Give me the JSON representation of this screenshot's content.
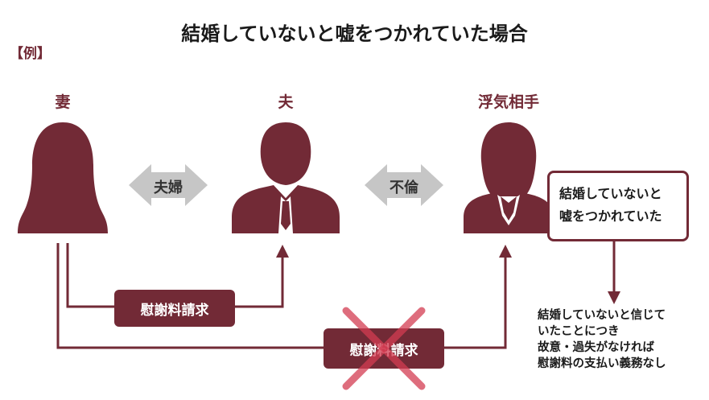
{
  "title": "結婚していないと嘘をつかれていた場合",
  "example_label": "【例】",
  "roles": {
    "wife": "妻",
    "husband": "夫",
    "affair_partner": "浮気相手"
  },
  "relations": {
    "married": "夫婦",
    "affair": "不倫"
  },
  "claims": {
    "valid": "慰謝料請求",
    "invalid": "慰謝料請求"
  },
  "callout": {
    "line1": "結婚していないと",
    "line2": "嘘をつかれていた"
  },
  "note": {
    "line1": "結婚していないと信じて",
    "line2": "いたことにつき",
    "line3": "故意・過失がなければ",
    "line4": "慰謝料の支払い義務なし"
  },
  "colors": {
    "primary": "#722a36",
    "arrow_gray": "#c6c6c6",
    "cross": "#d33c52"
  }
}
